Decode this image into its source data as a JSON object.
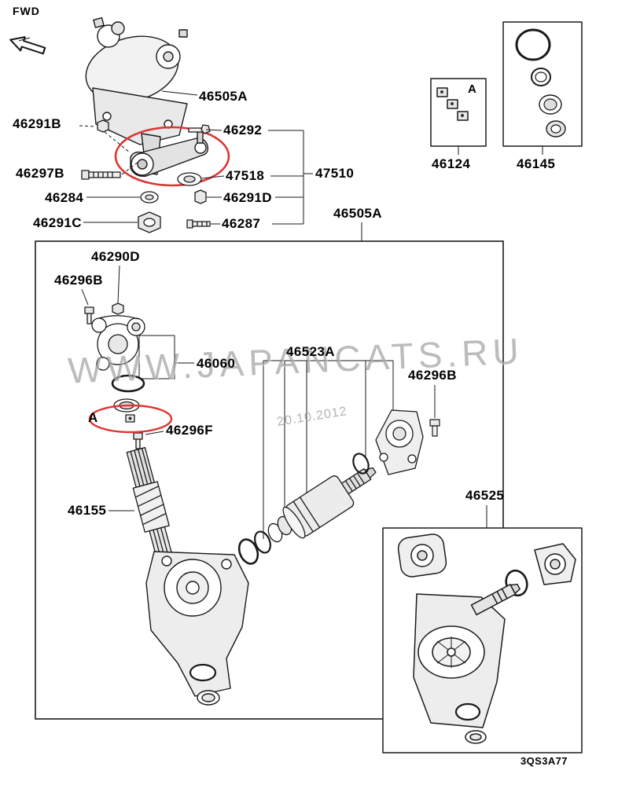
{
  "page": {
    "fwd": "FWD",
    "plate_code": "3QS3A77"
  },
  "watermark": {
    "site": "WWW.JAPANCATS.RU",
    "date": "20.10.2012"
  },
  "callouts": {
    "assembly_top": "46505A",
    "nut_46291B": "46291B",
    "bolt_46292": "46292",
    "bolt_46297B": "46297B",
    "washer_47518": "47518",
    "group_47510": "47510",
    "washer_46284": "46284",
    "nut_46291D": "46291D",
    "nut_46291C": "46291C",
    "bolt_46287": "46287",
    "assembly_box": "46505A",
    "nut_46290D": "46290D",
    "bolt_46296B_left": "46296B",
    "valve_46060": "46060",
    "seal_kit_46523A": "46523A",
    "bolt_46296B_right": "46296B",
    "clip_A_main": "A",
    "bolt_46296F": "46296F",
    "shaft_46155": "46155",
    "repair_kit_46525": "46525",
    "clip_kit_46124": "46124",
    "seal_kit_46145": "46145",
    "clip_A_kit": "A"
  },
  "colors": {
    "highlight_red": "#e03434",
    "line_black": "#1a1a1a"
  }
}
